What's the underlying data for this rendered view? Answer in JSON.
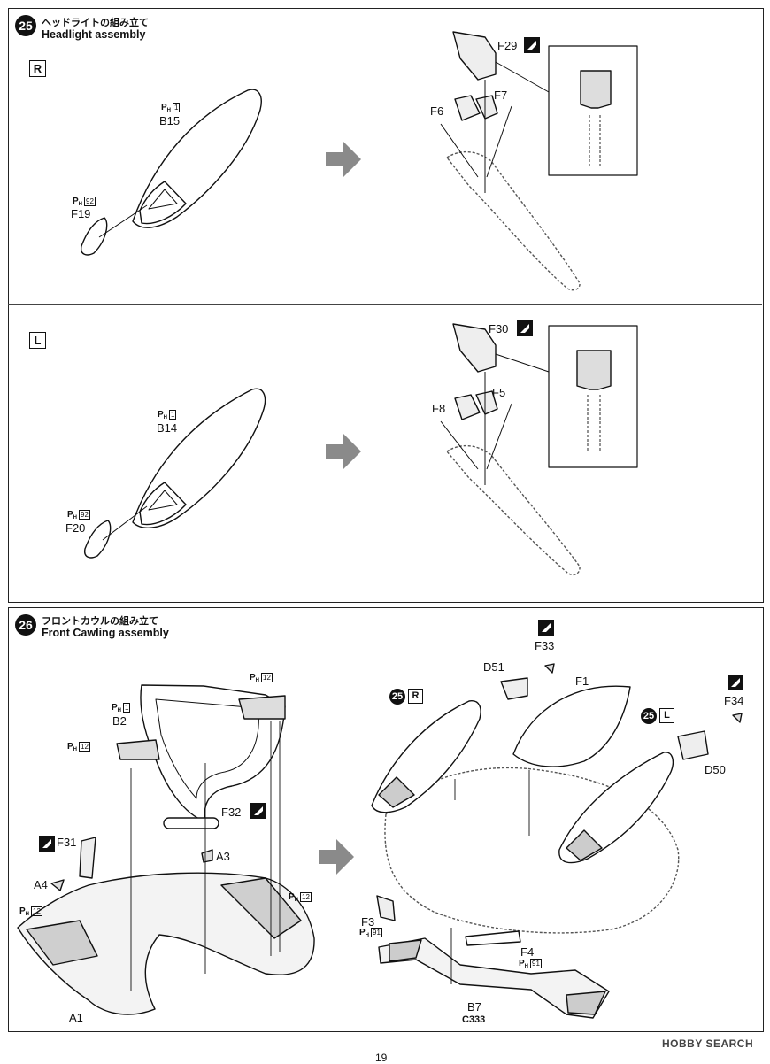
{
  "steps": [
    {
      "number": "25",
      "title_jp": "ヘッドライトの組み立て",
      "title_en": "Headlight assembly",
      "sections": [
        {
          "side": "R",
          "left_parts": [
            "B15",
            "F19"
          ],
          "right_parts": [
            "F29",
            "F6",
            "F7"
          ],
          "ph_codes": {
            "B15": "1",
            "F19": "92"
          }
        },
        {
          "side": "L",
          "left_parts": [
            "B14",
            "F20"
          ],
          "right_parts": [
            "F30",
            "F8",
            "F5"
          ],
          "ph_codes": {
            "B14": "1",
            "F20": "92"
          }
        }
      ]
    },
    {
      "number": "26",
      "title_jp": "フロントカウルの組み立て",
      "title_en": "Front Cawling assembly",
      "left_parts": [
        "B2",
        "F32",
        "A3",
        "F31",
        "A4",
        "A1"
      ],
      "left_ph": [
        {
          "part": "B2",
          "code": "1"
        },
        {
          "part": "",
          "code": "12"
        },
        {
          "part": "",
          "code": "12"
        },
        {
          "part": "",
          "code": "12"
        },
        {
          "part": "",
          "code": "12"
        }
      ],
      "right_parts": [
        "F33",
        "D51",
        "F1",
        "F34",
        "D50",
        "F3",
        "F4",
        "B7",
        "C333"
      ],
      "right_ph": [
        {
          "part": "F3",
          "code": "91"
        },
        {
          "part": "F4",
          "code": "91"
        }
      ],
      "refs": [
        {
          "step": "25",
          "side": "R"
        },
        {
          "step": "25",
          "side": "L"
        }
      ]
    }
  ],
  "ph_prefix": "P",
  "ph_sub": "H",
  "icons": {
    "paint": "paint-mark-icon",
    "next": "step-arrow-icon"
  },
  "watermark": "HOBBY SEARCH",
  "page_number": "19"
}
